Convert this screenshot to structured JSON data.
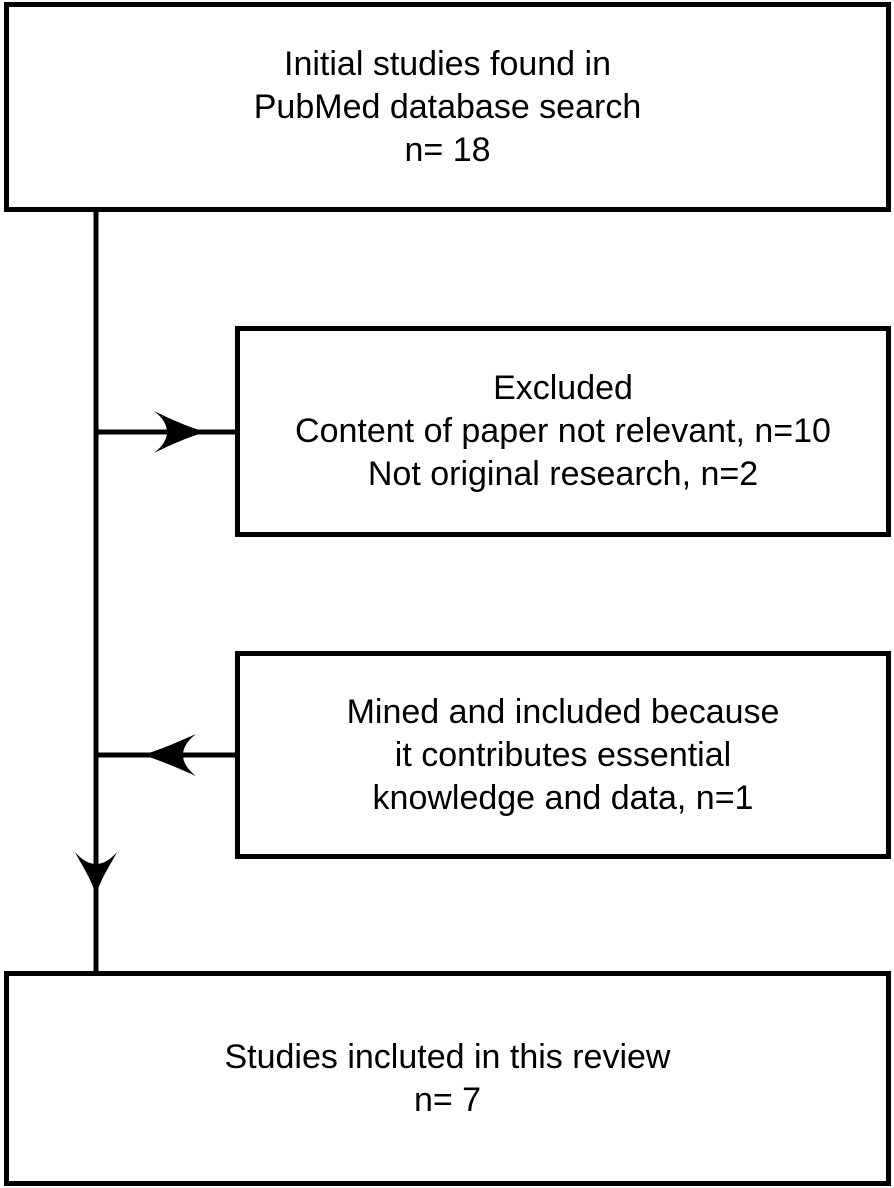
{
  "diagram": {
    "initial": {
      "lines": [
        "Initial studies found in",
        "PubMed database search",
        "n= 18"
      ]
    },
    "excluded": {
      "lines": [
        "Excluded",
        "Content of paper not relevant, n=10",
        "Not original research, n=2"
      ]
    },
    "mined": {
      "lines": [
        "Mined and included because",
        "it contributes essential",
        "knowledge and data, n=1"
      ]
    },
    "final": {
      "lines": [
        "Studies incluted in this review",
        "n= 7"
      ]
    }
  },
  "colors": {
    "stroke": "#000000",
    "background": "#ffffff"
  }
}
